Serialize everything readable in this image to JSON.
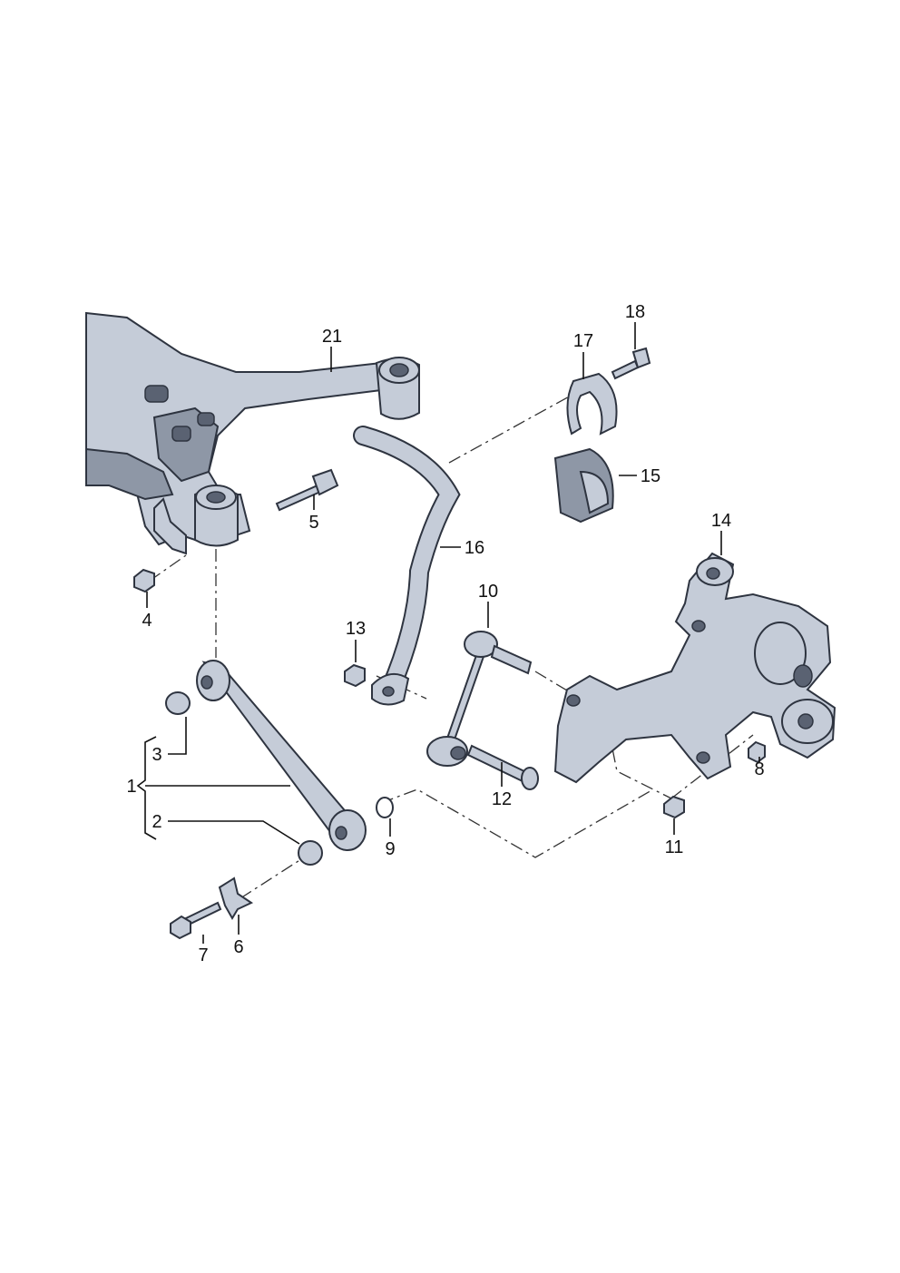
{
  "diagram": {
    "labels": {
      "p1": "1",
      "p2": "2",
      "p3": "3",
      "p4": "4",
      "p5": "5",
      "p6": "6",
      "p7": "7",
      "p8": "8",
      "p9": "9",
      "p10": "10",
      "p11": "11",
      "p12": "12",
      "p13": "13",
      "p14": "14",
      "p15": "15",
      "p16": "16",
      "p17": "17",
      "p18": "18",
      "p21": "21"
    }
  }
}
